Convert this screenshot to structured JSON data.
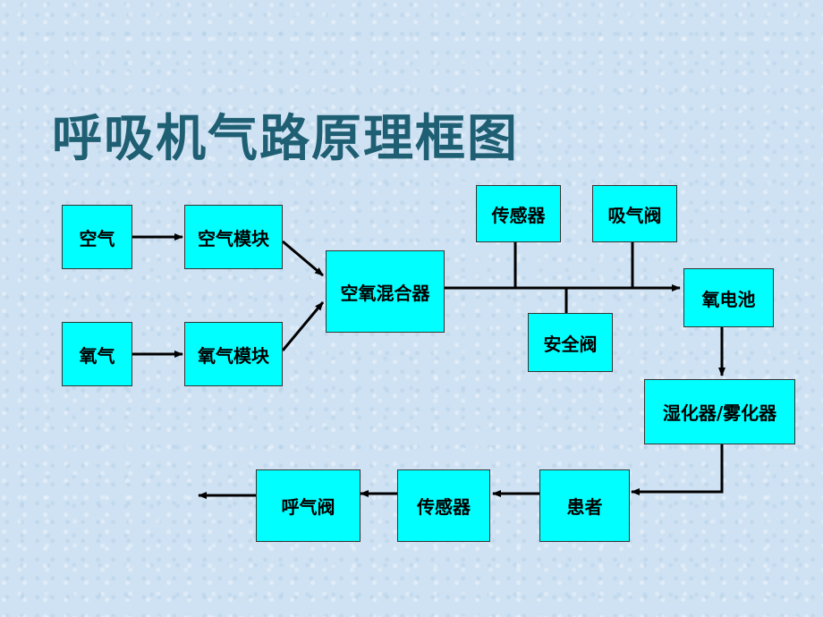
{
  "title": "呼吸机气路原理框图",
  "nodes": {
    "air": "空气",
    "air_module": "空气模块",
    "oxygen": "氧气",
    "oxygen_module": "氧气模块",
    "mixer": "空氧混合器",
    "sensor_top": "传感器",
    "inhale_valve": "吸气阀",
    "safety_valve": "安全阀",
    "oxygen_cell": "氧电池",
    "humidifier": "湿化器/雾化器",
    "patient": "患者",
    "sensor_bottom": "传感器",
    "exhale_valve": "呼气阀"
  },
  "colors": {
    "box_fill": "#00ffff",
    "title": "#1f5f73",
    "line": "#000000"
  }
}
